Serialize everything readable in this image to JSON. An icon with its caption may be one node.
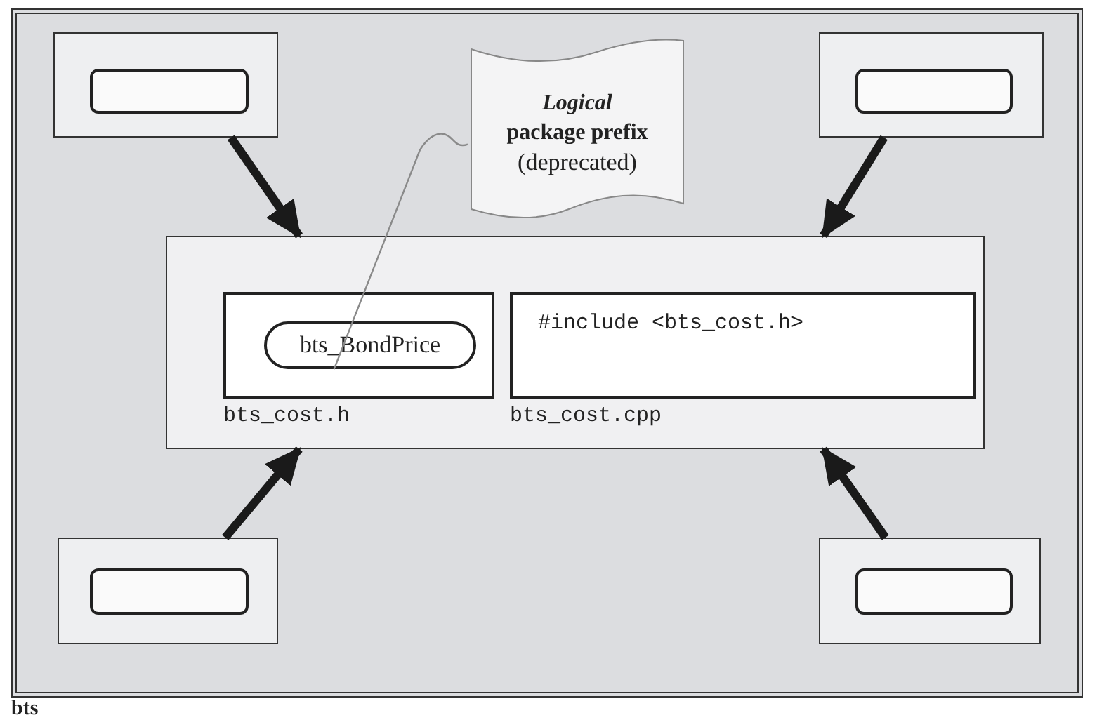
{
  "diagram": {
    "nodes": [
      {
        "text": [
          "bts"
        ]
      },
      {
        "text": [],
        "shape": "box",
        "in": 0
      },
      {
        "text": [],
        "shape": "box",
        "in": 1
      },
      {
        "text": [],
        "shape": "box",
        "in": 0
      },
      {
        "text": [],
        "shape": "box",
        "in": 3
      },
      {
        "text": [],
        "shape": "box",
        "in": 0
      },
      {
        "text": [
          "bts_cost.h"
        ],
        "in": 5
      },
      {
        "text": [
          "bts_BondPrice"
        ],
        "in": 6
      },
      {
        "text": [
          "#include <bts_cost.h>",
          "bts_cost.cpp"
        ],
        "in": 5
      },
      {
        "text": [],
        "shape": "box",
        "in": 0
      },
      {
        "text": [],
        "shape": "box",
        "in": 9
      },
      {
        "text": [],
        "shape": "box",
        "in": 0
      },
      {
        "text": [],
        "shape": "box",
        "in": 11
      },
      {
        "text": [
          "*Logical* package prefix",
          "(deprecated)"
        ],
        "in": 0
      }
    ],
    "edges": [
      {
        "from": 1,
        "to": 5,
        "arrow": "to"
      },
      {
        "from": 3,
        "to": 5,
        "arrow": "to"
      },
      {
        "from": 9,
        "to": 5,
        "arrow": "to"
      },
      {
        "from": 11,
        "to": 5,
        "arrow": "to"
      },
      {
        "from": 13,
        "to": 7,
        "arrow": "none",
        "color": "#8a8a8a"
      }
    ]
  }
}
